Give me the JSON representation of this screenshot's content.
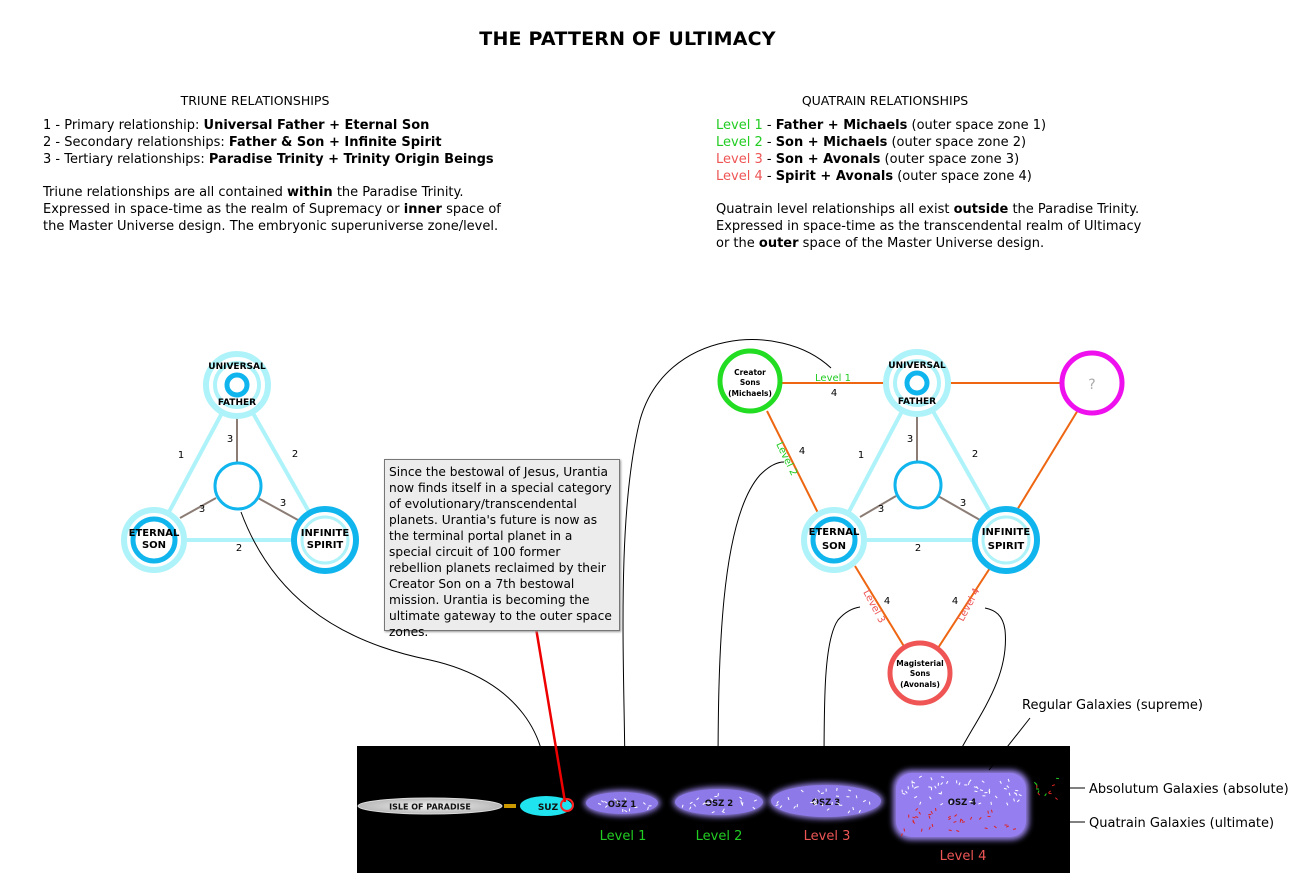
{
  "title": "THE PATTERN OF ULTIMACY",
  "triune": {
    "heading": "TRIUNE RELATIONSHIPS",
    "items": [
      {
        "prefix": "1 - Primary relationship: ",
        "bold": "Universal Father + Eternal Son"
      },
      {
        "prefix": "2 - Secondary relationships: ",
        "bold": "Father & Son + Infinite Spirit"
      },
      {
        "prefix": "3 - Tertiary relationships: ",
        "bold": "Paradise Trinity + Trinity Origin Beings"
      }
    ],
    "para": {
      "a": "Triune relationships are all contained ",
      "b": "within",
      "c": " the Paradise Trinity.",
      "d": "Expressed in space-time as the realm of Supremacy or ",
      "e": "inner",
      "f": " space of",
      "g": "the Master Universe design. The embryonic superuniverse zone/level."
    }
  },
  "quatrain": {
    "heading": "QUATRAIN RELATIONSHIPS",
    "items": [
      {
        "level": "Level 1",
        "sep": " - ",
        "bold": "Father + Michaels",
        "rest": " (outer space zone 1)",
        "color": "#22cc22"
      },
      {
        "level": "Level 2",
        "sep": " - ",
        "bold": "Son + Michaels",
        "rest": " (outer space zone 2)",
        "color": "#22cc22"
      },
      {
        "level": "Level 3",
        "sep": " - ",
        "bold": "Son + Avonals",
        "rest": " (outer space zone 3)",
        "color": "#ee5555"
      },
      {
        "level": "Level 4",
        "sep": " - ",
        "bold": "Spirit + Avonals",
        "rest": " (outer space zone 4)",
        "color": "#ee5555"
      }
    ],
    "para": {
      "a": "Quatrain level relationships all exist ",
      "b": "outside",
      "c": " the Paradise Trinity.",
      "d": "Expressed in space-time as the transcendental realm of Ultimacy",
      "e": "or the ",
      "f": "outer",
      "g": " space of the Master Universe design."
    }
  },
  "note": "Since the bestowal of Jesus, Urantia now finds itself in a special category of evolutionary/transcendental planets. Urantia's future is now as the terminal portal planet in a special circuit of 100 former rebellion planets reclaimed by their Creator Son on a 7th bestowal mission. Urantia is becoming the ultimate gateway to the outer space zones.",
  "left_diagram": {
    "father": [
      "UNIVERSAL",
      "FATHER"
    ],
    "son": [
      "ETERNAL",
      "SON"
    ],
    "spirit": [
      "INFINITE",
      "SPIRIT"
    ],
    "edge_labels": {
      "father_son": "1",
      "father_spirit": "2",
      "son_spirit": "2",
      "center_father": "3",
      "center_son": "3",
      "center_spirit": "3"
    }
  },
  "right_diagram": {
    "father": [
      "UNIVERSAL",
      "FATHER"
    ],
    "son": [
      "ETERNAL",
      "SON"
    ],
    "spirit": [
      "INFINITE",
      "SPIRIT"
    ],
    "creator": [
      "Creator",
      "Sons",
      "(Michaels)"
    ],
    "magisterial": [
      "Magisterial",
      "Sons",
      "(Avonals)"
    ],
    "unknown": "?",
    "edge_labels": {
      "father_son": "1",
      "father_spirit": "2",
      "son_spirit": "2",
      "center_father": "3",
      "center_son": "3",
      "center_spirit": "3"
    },
    "level_labels": {
      "l1": "Level 1",
      "l2": "Level 2",
      "l3": "Level 3",
      "l4": "Level 4",
      "four": "4"
    }
  },
  "space": {
    "isle": "ISLE OF PARADISE",
    "suz": "SUZ",
    "osz": [
      "OSZ 1",
      "OSZ 2",
      "OSZ 3",
      "OSZ 4"
    ],
    "levels": [
      "Level 1",
      "Level 2",
      "Level 3",
      "Level 4"
    ],
    "level_colors": [
      "#22cc22",
      "#22cc22",
      "#ee5555",
      "#ee5555"
    ]
  },
  "legend": {
    "regular": "Regular Galaxies (supreme)",
    "absolutum": "Absolutum Galaxies (absolute)",
    "quatrain": "Quatrain Galaxies (ultimate)"
  },
  "colors": {
    "light_blue": "#aef3f9",
    "blue": "#10b5ee",
    "green": "#22dd22",
    "magenta": "#ee11ee",
    "coral": "#f05555",
    "orange": "#ee6611",
    "osz_purple": "#9b85ee",
    "suz_cyan": "#1fe3ee"
  }
}
